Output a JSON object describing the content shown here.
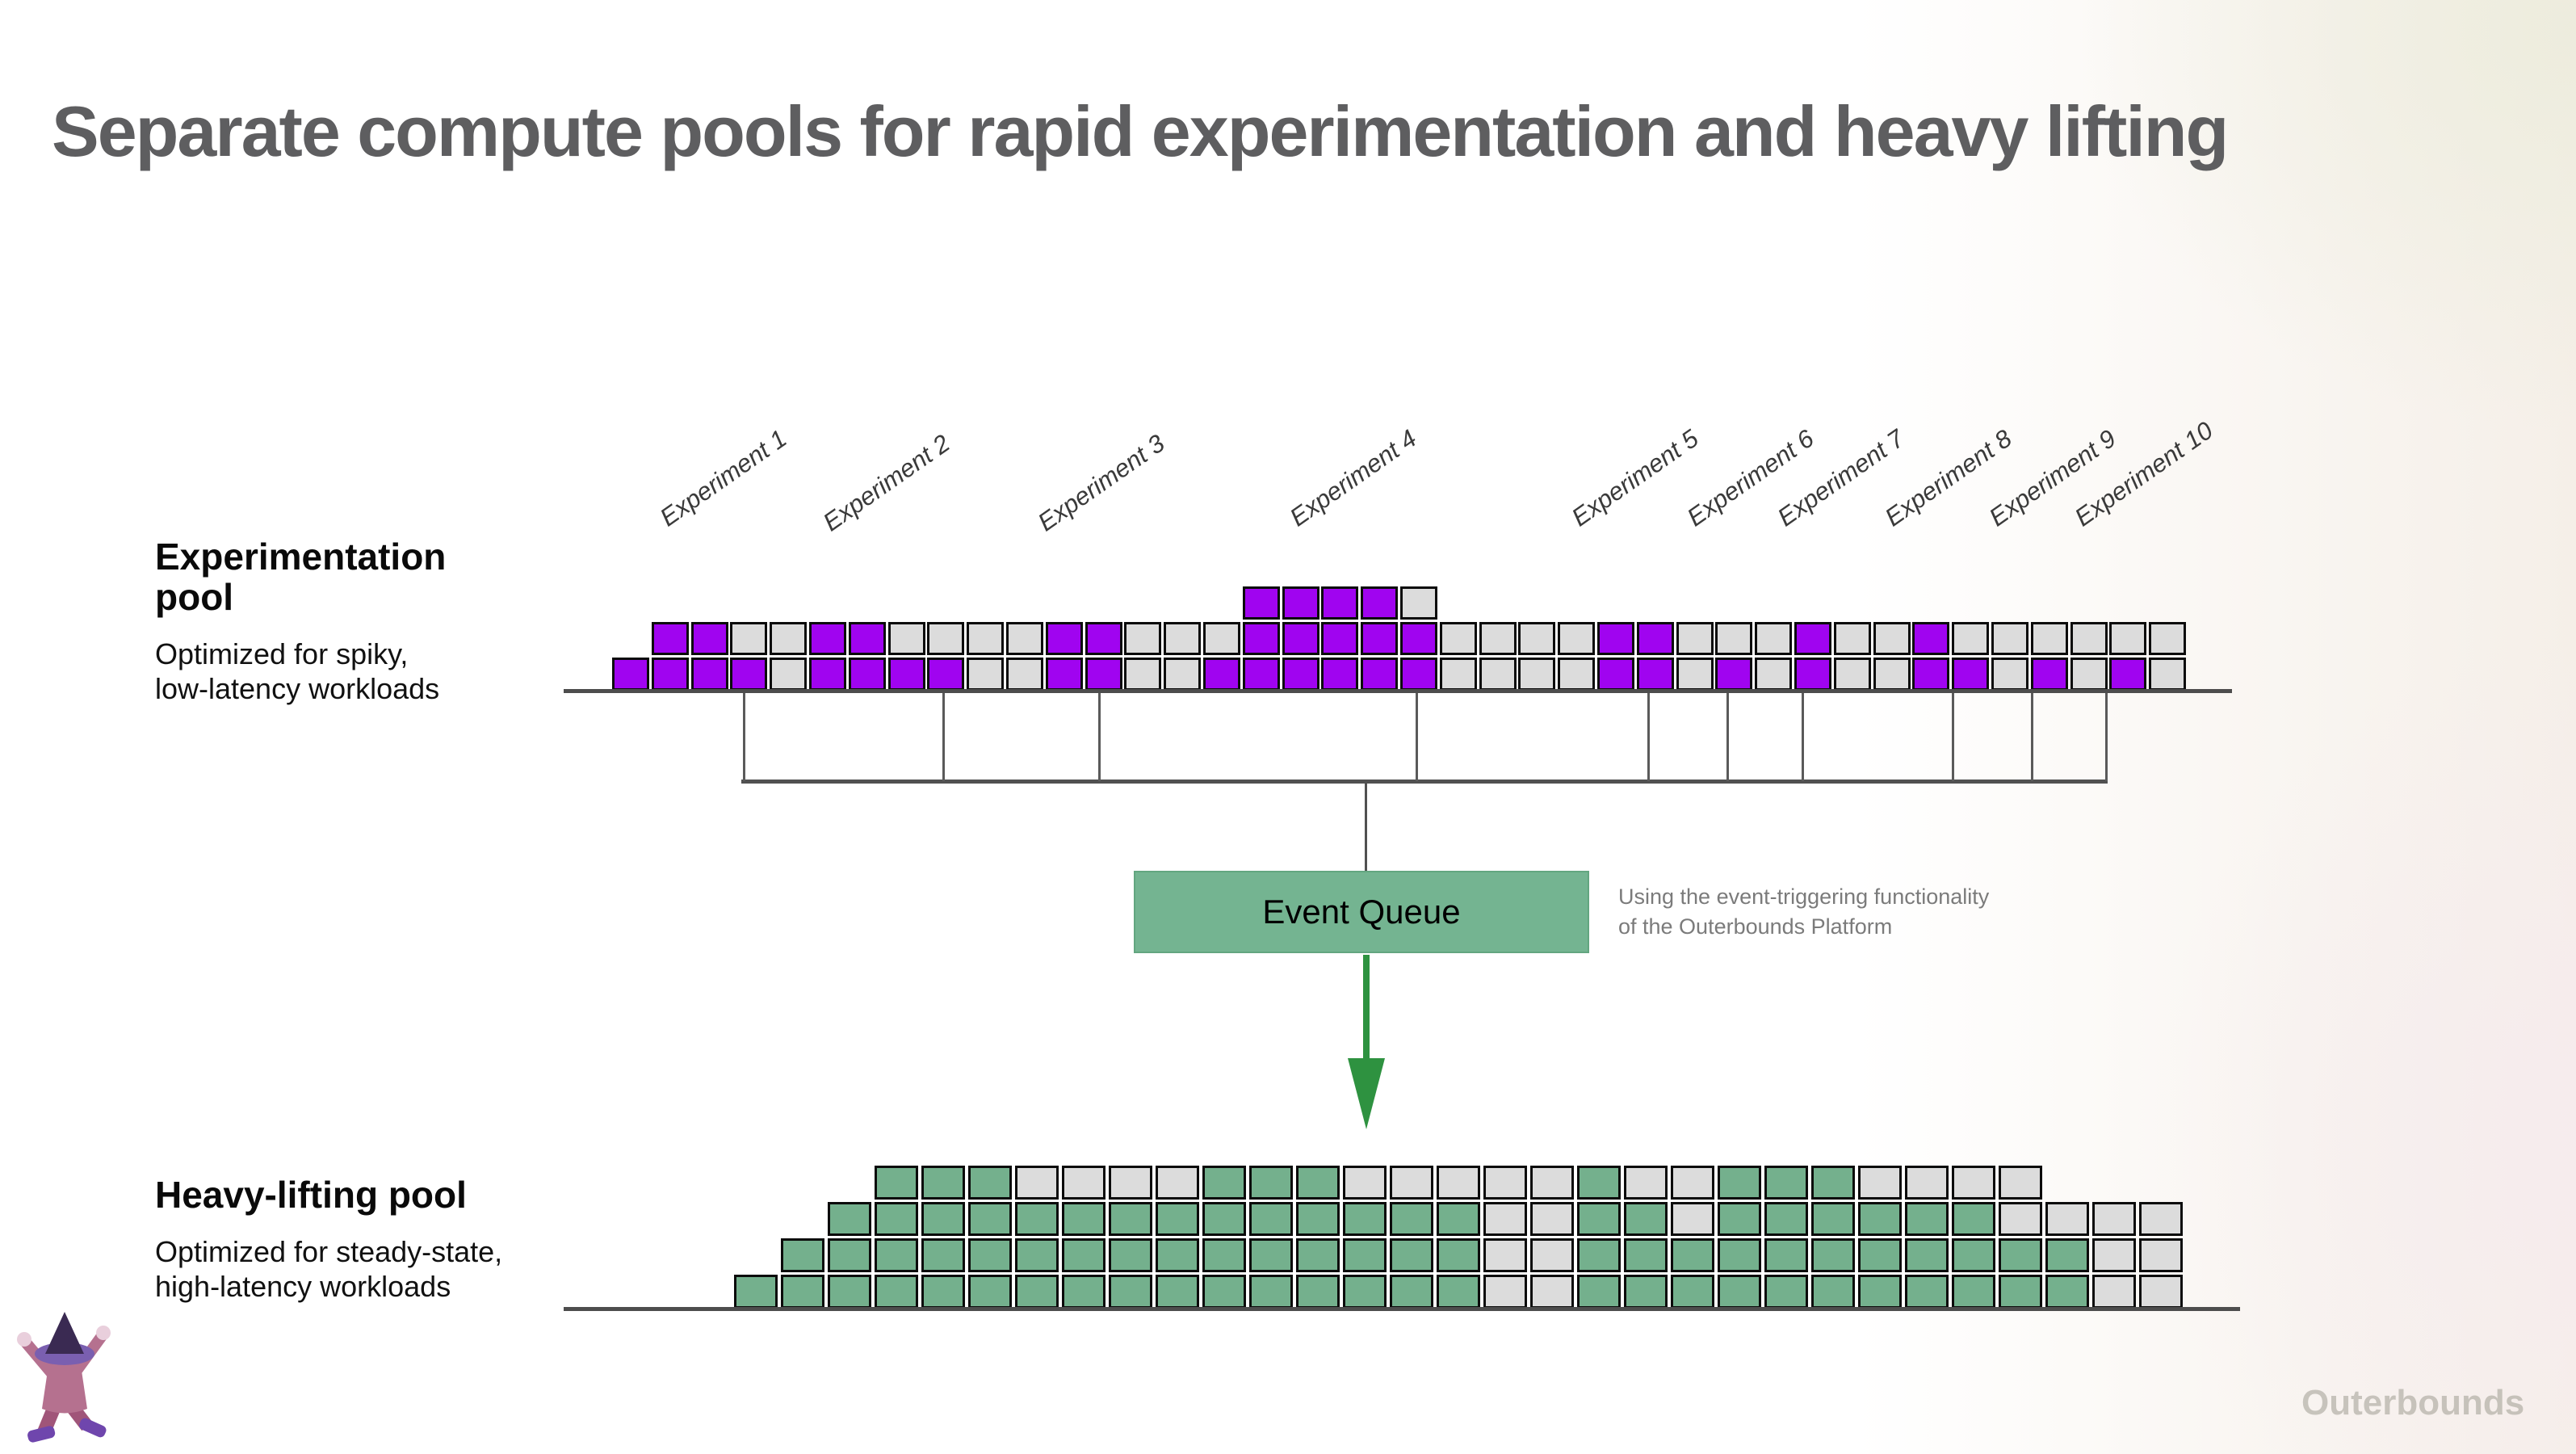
{
  "slide": {
    "title": "Separate compute pools for rapid experimentation and heavy lifting",
    "watermark": "Outerbounds"
  },
  "experimentation_pool": {
    "title": "Experimentation\npool",
    "subtitle": "Optimized for spiky,\nlow-latency workloads"
  },
  "heavy_lifting_pool": {
    "title": "Heavy-lifting pool",
    "subtitle": "Optimized for steady-state,\nhigh-latency workloads"
  },
  "event_queue": {
    "label": "Event Queue",
    "caption": "Using the event-triggering functionality\nof the Outerbounds Platform"
  },
  "experiments": [
    "Experiment 1",
    "Experiment 2",
    "Experiment 3",
    "Experiment 4",
    "Experiment 5",
    "Experiment 6",
    "Experiment 7",
    "Experiment 8",
    "Experiment 9",
    "Experiment 10"
  ],
  "colors": {
    "purple": "#a004f0",
    "idle_gray": "#dcdcdc",
    "green": "#74b08d",
    "queue_green": "#74b491",
    "arrow_green": "#2e9240",
    "line_gray": "#515151",
    "title_gray": "#5e5e60"
  },
  "chart_data": [
    {
      "type": "unit-grid",
      "name": "experimentation-pool-usage",
      "description": "stacked compute units per slot; P=purple busy unit, X=gray idle unit, bottom-to-top",
      "columns": [
        "P",
        "PP",
        "PP",
        "PX",
        "XX",
        "PP",
        "PP",
        "PX",
        "PX",
        "XX",
        "XX",
        "PP",
        "PP",
        "XX",
        "XX",
        "PX",
        "PPP",
        "PPP",
        "PPP",
        "PPP",
        "PPX",
        "XX",
        "XX",
        "XX",
        "XX",
        "PP",
        "PP",
        "XX",
        "PX",
        "XX",
        "PP",
        "XX",
        "XX",
        "PP",
        "PX",
        "XX",
        "PX",
        "XX",
        "PX",
        "XX"
      ]
    },
    {
      "type": "unit-grid",
      "name": "heavy-lifting-pool-usage",
      "description": "stacked compute units per slot; G=green busy unit, X=gray idle unit, bottom-to-top",
      "columns": [
        "G",
        "GG",
        "GGG",
        "GGGG",
        "GGGG",
        "GGGG",
        "GGGX",
        "GGGX",
        "GGGX",
        "GGGX",
        "GGGG",
        "GGGG",
        "GGGG",
        "GGGX",
        "GGGX",
        "GGGX",
        "XXXX",
        "XXXX",
        "GGGG",
        "GGGX",
        "GGXX",
        "GGGG",
        "GGGG",
        "GGGG",
        "GGGX",
        "GGGX",
        "GGGX",
        "GGXX",
        "GGX",
        "XXX",
        "XXX"
      ]
    }
  ]
}
